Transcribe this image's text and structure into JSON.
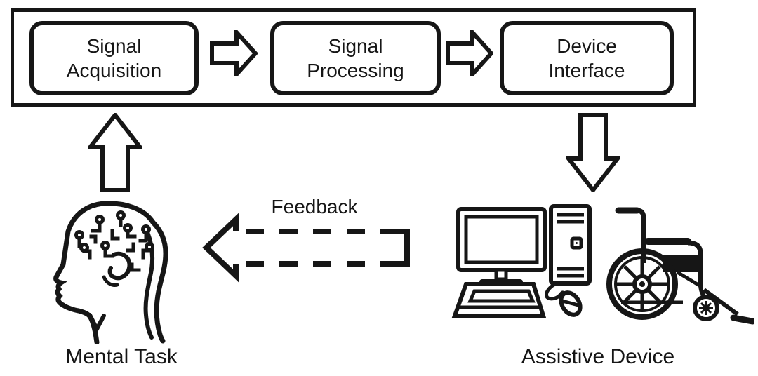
{
  "pipeline": {
    "stages": [
      {
        "line1": "Signal",
        "line2": "Acquisition"
      },
      {
        "line1": "Signal",
        "line2": "Processing"
      },
      {
        "line1": "Device",
        "line2": "Interface"
      }
    ]
  },
  "labels": {
    "feedback": "Feedback",
    "mental_task": "Mental Task",
    "assistive_device": "Assistive Device"
  },
  "icons": {
    "brain": "brain-circuit-head-icon",
    "computer": "desktop-computer-icon",
    "wheelchair": "wheelchair-icon"
  },
  "colors": {
    "foreground": "#161616",
    "background": "#ffffff"
  }
}
